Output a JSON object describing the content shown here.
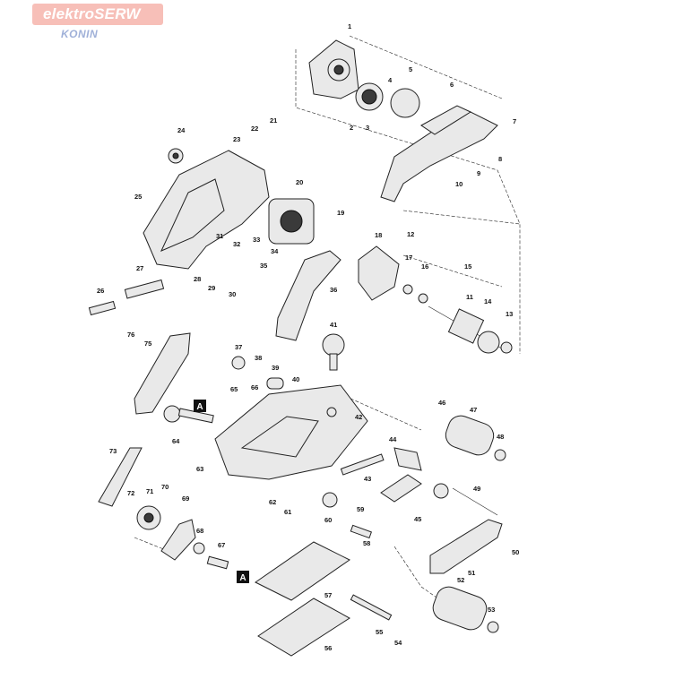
{
  "logo": {
    "brand": "elektroSERW",
    "city": "KONIN"
  },
  "markers": [
    "A",
    "A"
  ],
  "part_labels": [
    "1",
    "2",
    "3",
    "4",
    "5",
    "6",
    "7",
    "8",
    "9",
    "10",
    "11",
    "12",
    "13",
    "14",
    "15",
    "16",
    "17",
    "18",
    "19",
    "20",
    "21",
    "22",
    "23",
    "24",
    "25",
    "26",
    "27",
    "28",
    "29",
    "30",
    "31",
    "32",
    "33",
    "34",
    "35",
    "36",
    "37",
    "38",
    "39",
    "40",
    "41",
    "42",
    "43",
    "44",
    "45",
    "46",
    "47",
    "48",
    "49",
    "50",
    "51",
    "52",
    "53",
    "54",
    "55",
    "56",
    "57",
    "58",
    "59",
    "60",
    "61",
    "62",
    "63",
    "64",
    "65",
    "66",
    "67",
    "68",
    "69",
    "70",
    "71",
    "72",
    "73",
    "75",
    "76"
  ]
}
